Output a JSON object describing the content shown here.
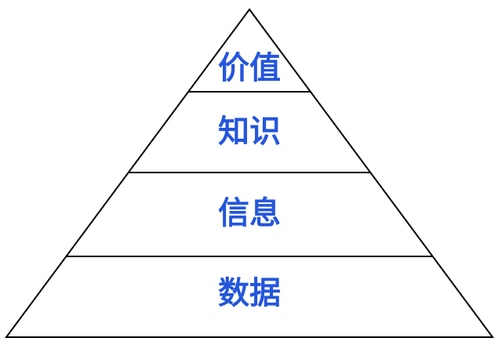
{
  "pyramid": {
    "type": "pyramid-diagram",
    "levels": [
      {
        "id": "value",
        "label": "价值",
        "position": "top"
      },
      {
        "id": "knowledge",
        "label": "知识",
        "position": "second"
      },
      {
        "id": "information",
        "label": "信息",
        "position": "third"
      },
      {
        "id": "data",
        "label": "数据",
        "position": "bottom"
      }
    ]
  },
  "colors": {
    "label_text": "#2456DB",
    "outline": "#000000",
    "background": "#FFFFFF"
  }
}
